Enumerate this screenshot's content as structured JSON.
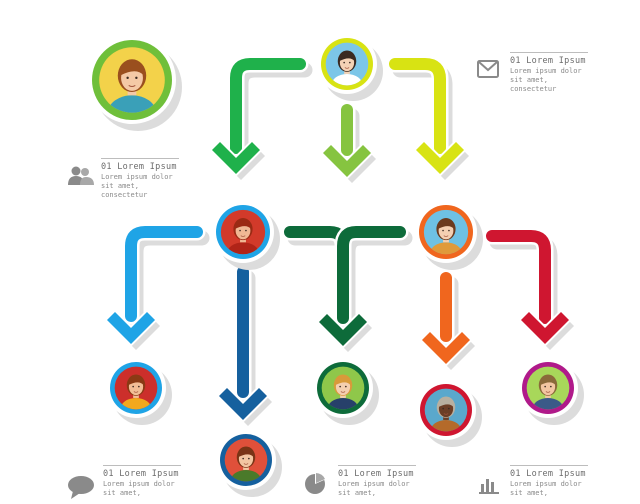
{
  "colors": {
    "green_arrow": "#1fb14b",
    "lime_arrow": "#86c440",
    "yellow_arrow": "#d8e313",
    "blue_arrow": "#1fa4e6",
    "dark_blue_arrow": "#15609e",
    "dark_green_arrow": "#0d6b3a",
    "orange_arrow": "#f0661e",
    "red_arrow": "#cf1630",
    "shadow": "#dcdcdc",
    "text": "#6d6d6d"
  },
  "info_blocks": [
    {
      "id": "mail",
      "icon": "envelope-icon",
      "title": "01 Lorem Ipsum",
      "body": "Lorem ipsum dolor\nsit amet,\nconsectetur"
    },
    {
      "id": "users",
      "icon": "users-icon",
      "title": "01 Lorem Ipsum",
      "body": "Lorem ipsum dolor\nsit amet,\nconsectetur"
    },
    {
      "id": "chat",
      "icon": "chat-bubble-icon",
      "title": "01 Lorem Ipsum",
      "body": "Lorem ipsum dolor\nsit amet,"
    },
    {
      "id": "pie",
      "icon": "pie-chart-icon",
      "title": "01 Lorem Ipsum",
      "body": "Lorem ipsum dolor\nsit amet,"
    },
    {
      "id": "bars",
      "icon": "bar-chart-icon",
      "title": "01 Lorem Ipsum",
      "body": "Lorem ipsum dolor\nsit amet,"
    }
  ],
  "people": [
    {
      "id": "woman-yellow",
      "ring": "#6fbf3a",
      "bg": "#f3d24a",
      "skin": "#f4c9a6",
      "hair": "#9a4f1e",
      "shirt": "#3aa0b8"
    },
    {
      "id": "top-man",
      "ring": "#d8e313",
      "bg": "#7cc6e8",
      "skin": "#f4d2b5",
      "hair": "#3a2a22",
      "shirt": "#ffffff"
    },
    {
      "id": "mid-blue-woman",
      "ring": "#1fa4e6",
      "bg": "#d23a2a",
      "skin": "#f0b894",
      "hair": "#9a2a14",
      "shirt": "#b02418"
    },
    {
      "id": "mid-orange-woman",
      "ring": "#f0661e",
      "bg": "#6ec1e4",
      "skin": "#f4cfb2",
      "hair": "#6b3a1e",
      "shirt": "#e09a3a"
    },
    {
      "id": "bottom-blue-boy",
      "ring": "#1fa4e6",
      "bg": "#cc2f2b",
      "skin": "#f2be96",
      "hair": "#8a3a14",
      "shirt": "#f2a81e"
    },
    {
      "id": "bottom-darkblue-woman",
      "ring": "#15609e",
      "bg": "#e0503a",
      "skin": "#f3c6a2",
      "hair": "#7a3416",
      "shirt": "#4a7a2a"
    },
    {
      "id": "bottom-green-woman",
      "ring": "#0d6b3a",
      "bg": "#8fc74a",
      "skin": "#f4cfb0",
      "hair": "#d89a3a",
      "shirt": "#27406a"
    },
    {
      "id": "bottom-orange-man",
      "ring": "#cf1630",
      "bg": "#5aa8cc",
      "skin": "#6b3e26",
      "hair": "#b8b0a0",
      "shirt": "#b46a2a"
    },
    {
      "id": "bottom-red-oldman",
      "ring": "#b01a8a",
      "bg": "#a8d75a",
      "skin": "#f2c6a2",
      "hair": "#8a6a3a",
      "shirt": "#3a5a88"
    }
  ]
}
